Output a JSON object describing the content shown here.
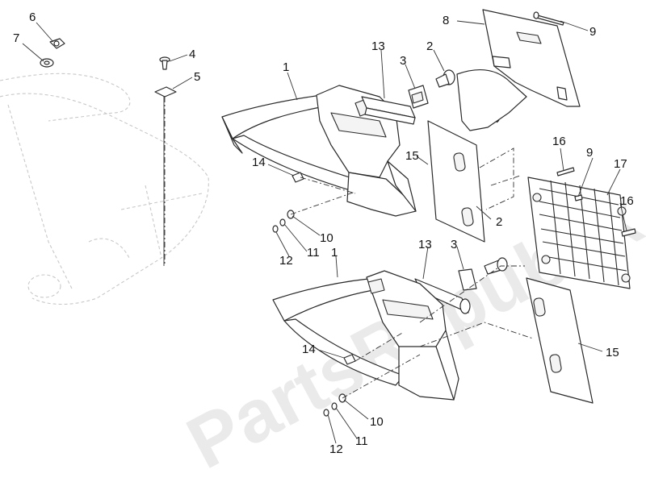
{
  "watermark": {
    "text": "PartsRepublik"
  },
  "callouts": {
    "c1a": "1",
    "c1b": "1",
    "c2a": "2",
    "c2b": "2",
    "c3a": "3",
    "c3b": "3",
    "c4": "4",
    "c5": "5",
    "c6": "6",
    "c7": "7",
    "c8": "8",
    "c9a": "9",
    "c9b": "9",
    "c10a": "10",
    "c10b": "10",
    "c11a": "11",
    "c11b": "11",
    "c12a": "12",
    "c12b": "12",
    "c13a": "13",
    "c13b": "13",
    "c14a": "14",
    "c14b": "14",
    "c15a": "15",
    "c15b": "15",
    "c16a": "16",
    "c16b": "16",
    "c17": "17"
  }
}
